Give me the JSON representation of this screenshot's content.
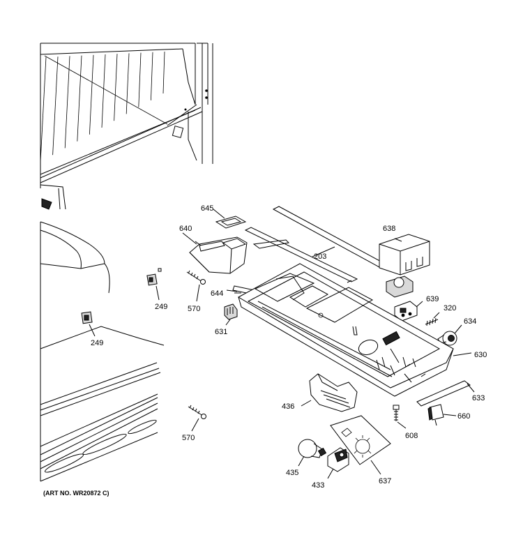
{
  "labels": {
    "p645": "645",
    "p640": "640",
    "p638": "638",
    "p203": "203",
    "p644": "644",
    "p639": "639",
    "p320": "320",
    "p634": "634",
    "p630": "630",
    "p633": "633",
    "p660": "660",
    "p608": "608",
    "p637": "637",
    "p433": "433",
    "p435": "435",
    "p436": "436",
    "p570a": "570",
    "p570b": "570",
    "p631": "631",
    "p249a": "249",
    "p249b": "249"
  },
  "art_number": "(ART NO. WR20872 C)"
}
